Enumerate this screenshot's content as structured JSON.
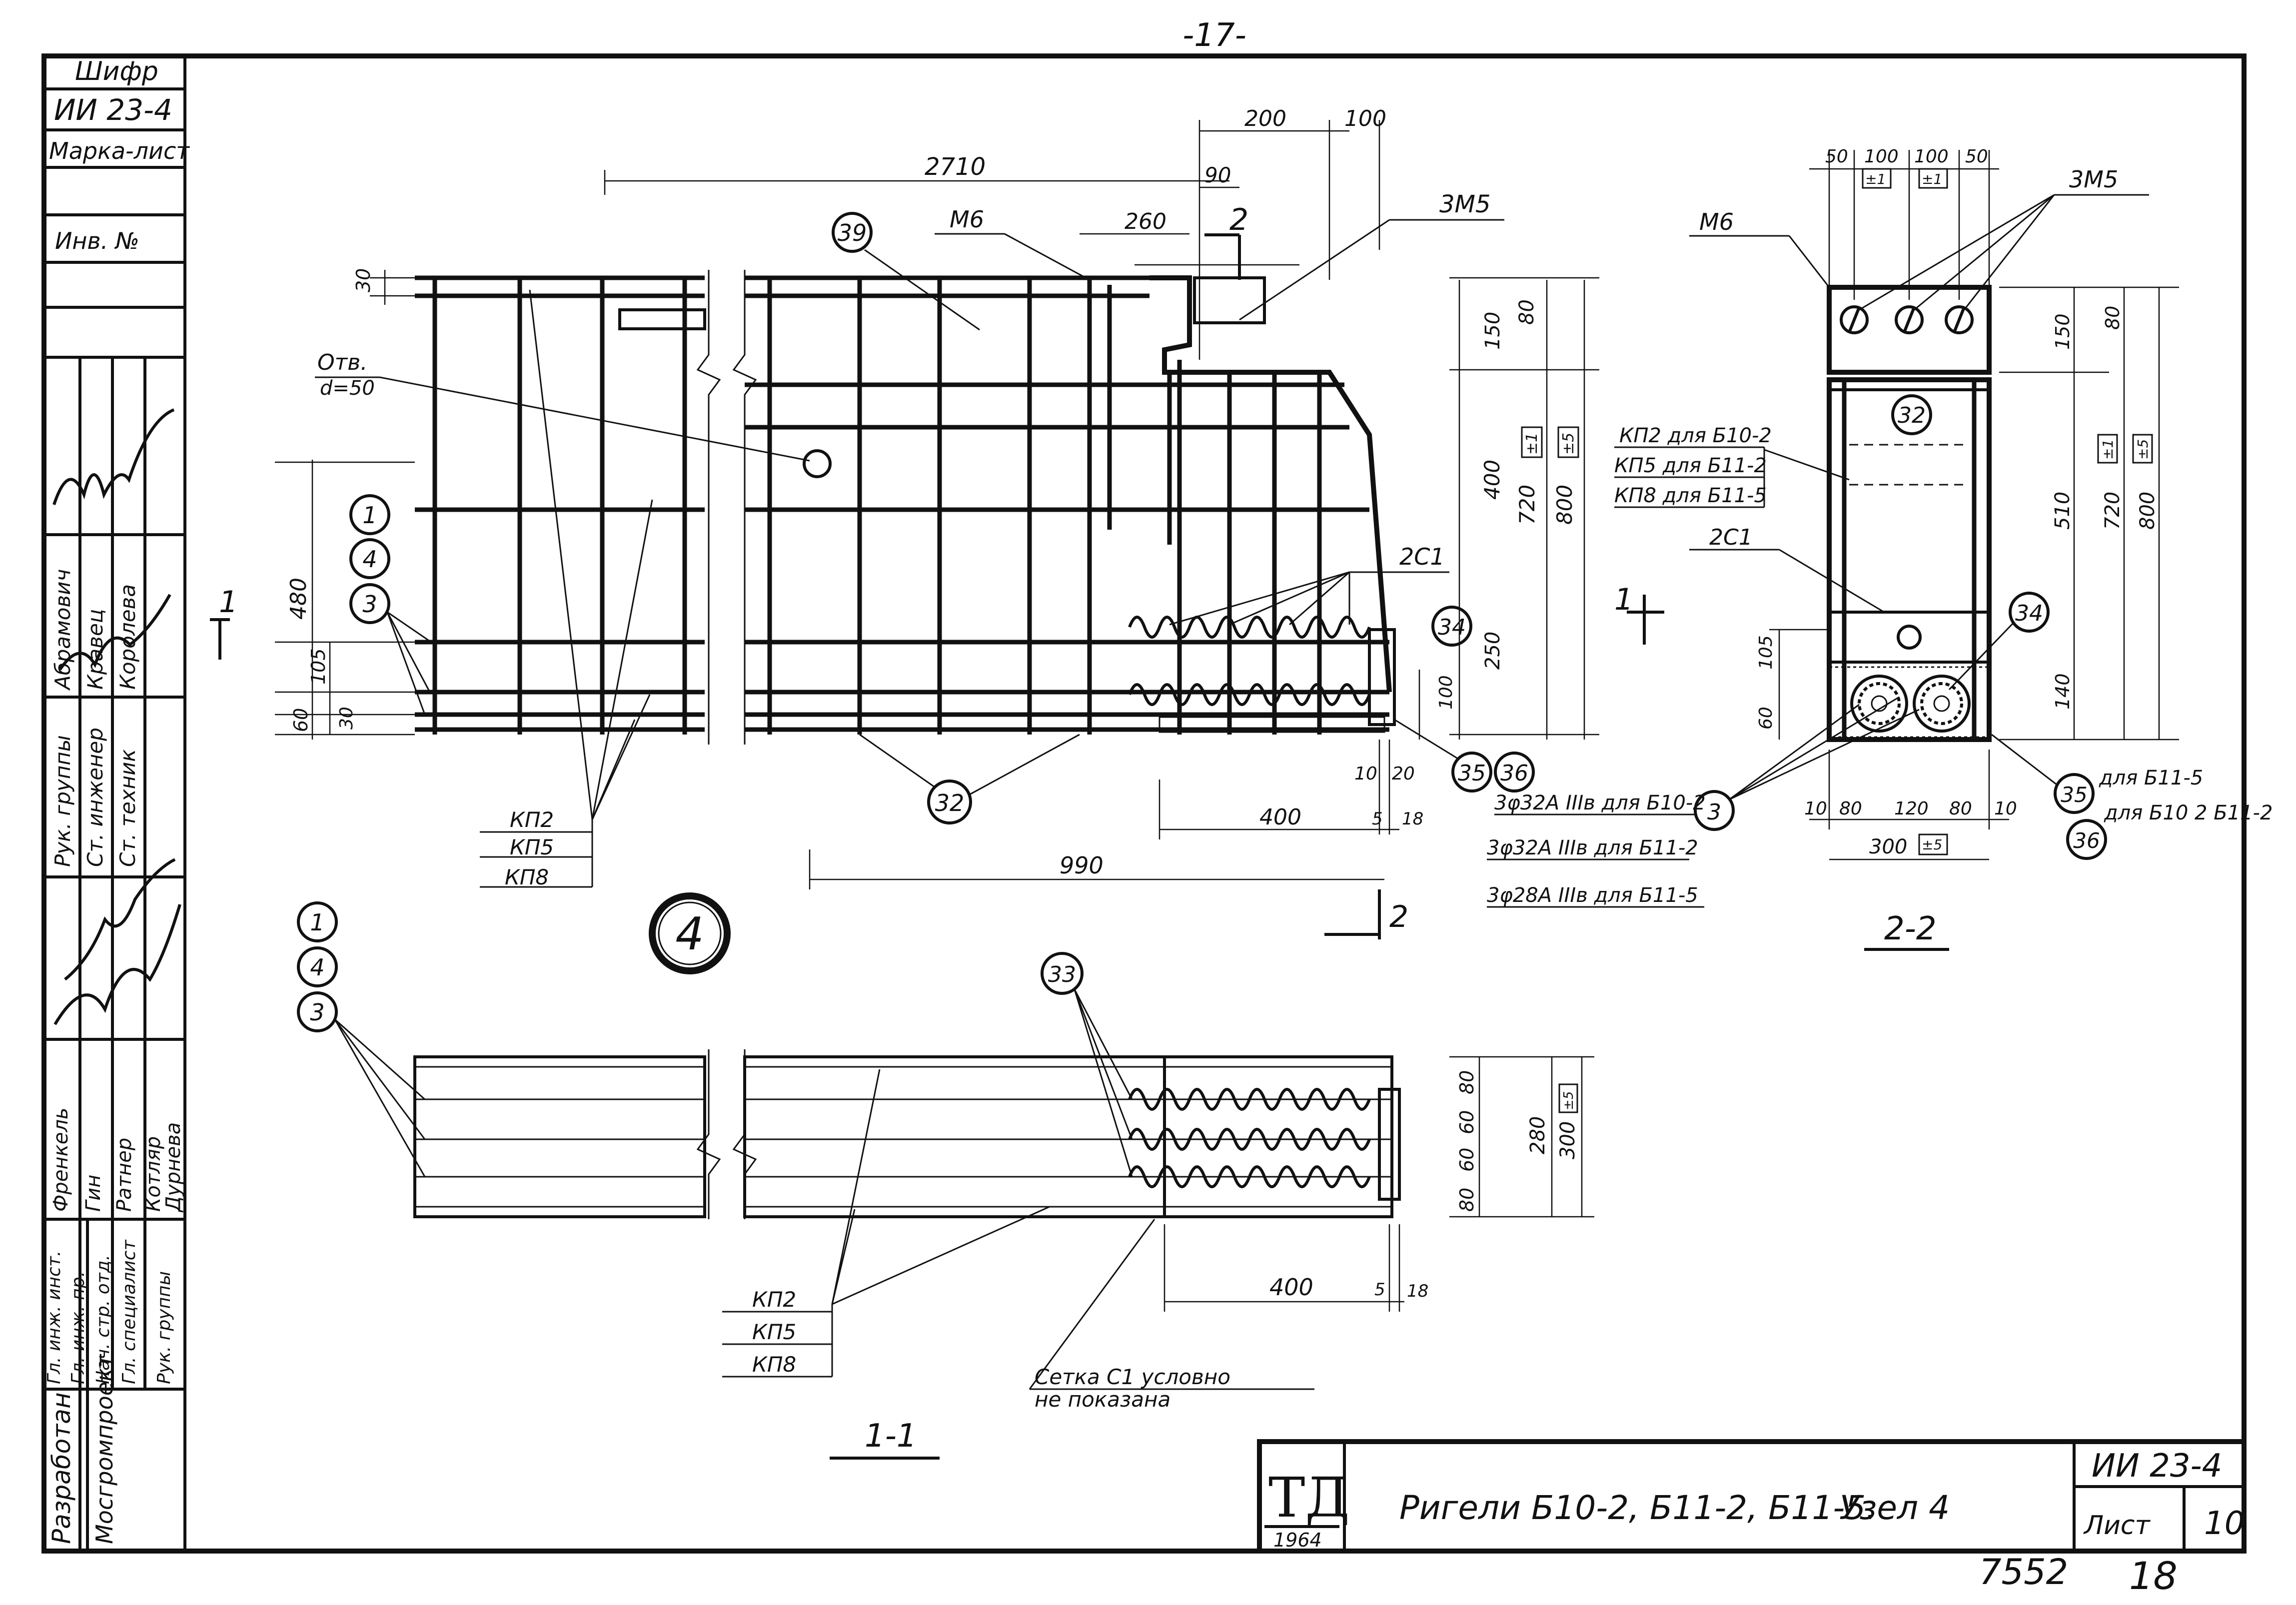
{
  "page": {
    "number": "-17-",
    "footer_left": "7552",
    "footer_right": "18"
  },
  "left_stamp": {
    "cipher_label": "Шифр",
    "cipher_value": "ИИ 23-4",
    "mark_label": "Марка-лист",
    "inv_label": "Инв. №",
    "group1": {
      "names": [
        "Абрамович",
        "Кравец",
        "Королева"
      ],
      "roles": [
        "Рук. группы",
        "Ст. инженер",
        "Ст. техник"
      ]
    },
    "group2": {
      "names": [
        "Френкель",
        "Гин",
        "Ратнер",
        "Котляр",
        "Дурнева"
      ],
      "roles": [
        "Гл. инж. инст.",
        "Гл. инж. пр.",
        "Нач. стр. отд.",
        "Гл. специалист",
        "Рук. группы"
      ]
    },
    "developer_label": "Разработан",
    "organization": "Мосгромпроект"
  },
  "title_block": {
    "logo": "ТД",
    "year": "1964",
    "title": "Ригели Б10-2, Б11-2, Б11-5.",
    "node": "Узел 4",
    "code": "ИИ 23-4",
    "sheet_label": "Лист",
    "sheet_number": "10"
  },
  "node_badge": "4",
  "main_view": {
    "dims": {
      "d2710": "2710",
      "d200": "200",
      "d100": "100",
      "d90": "90",
      "d260": "260",
      "d30": "30",
      "d480": "480",
      "d105": "105",
      "d60": "60",
      "d30b": "30",
      "d150": "150",
      "d80": "80",
      "d400": "400",
      "d720": "720",
      "d800": "800",
      "d250": "250",
      "d100b": "100",
      "tol1": "±1",
      "tol5": "±5",
      "d10": "10",
      "d20": "20",
      "d400b": "400",
      "d5": "5",
      "d18": "18",
      "d990": "990"
    },
    "labels": {
      "m6": "М6",
      "z_m5": "3М5",
      "hole": "Отв.",
      "hole_d": "d=50",
      "c1": "2С1",
      "kp2": "КП2",
      "kp5": "КП5",
      "kp8": "КП8",
      "section1": "1",
      "section2": "2"
    },
    "callouts": [
      "39",
      "1",
      "4",
      "3",
      "34",
      "35",
      "36",
      "32"
    ],
    "rebar_notes": [
      {
        "text": "3φ32А IIIв для Б10-2",
        "ref": "3"
      },
      {
        "text": "3φ32А IIIв для Б11-2",
        "ref": "4"
      },
      {
        "text": "3φ28А IIIв для Б11-5",
        "ref": "1"
      }
    ]
  },
  "section_22": {
    "title": "2-2",
    "dims": {
      "top": [
        "50",
        "100",
        "100",
        "50"
      ],
      "tol_top": [
        "±1",
        "±1"
      ],
      "d150": "150",
      "d80": "80",
      "d510": "510",
      "d720": "720",
      "d800": "800",
      "d105": "105",
      "d140": "140",
      "d60": "60",
      "bottom": [
        "10",
        "80",
        "120",
        "80",
        "10"
      ],
      "d300": "300",
      "tol5": "±5",
      "tol1": "±1"
    },
    "labels": {
      "m6": "М6",
      "z_m5": "3М5",
      "kp_notes": [
        "КП2 для Б10-2",
        "КП5 для Б11-2",
        "КП8 для Б11-5"
      ],
      "c1": "2С1",
      "note35": "для Б11-5",
      "note36": "для Б10 2 Б11-2",
      "section_mark": "1"
    },
    "callouts": [
      "32",
      "34",
      "3",
      "35",
      "36"
    ]
  },
  "section_11": {
    "title": "1-1",
    "dims": {
      "d80a": "80",
      "d60a": "60",
      "d60b": "60",
      "d80b": "80",
      "d280": "280",
      "d300": "300",
      "tol": "±5",
      "d400": "400",
      "d5": "5",
      "d18": "18"
    },
    "labels": {
      "kp2": "КП2",
      "kp5": "КП5",
      "kp8": "КП8",
      "note_line1": "Сетка С1 условно",
      "note_line2": "не показана"
    },
    "callouts": [
      "1",
      "4",
      "3",
      "33"
    ]
  }
}
